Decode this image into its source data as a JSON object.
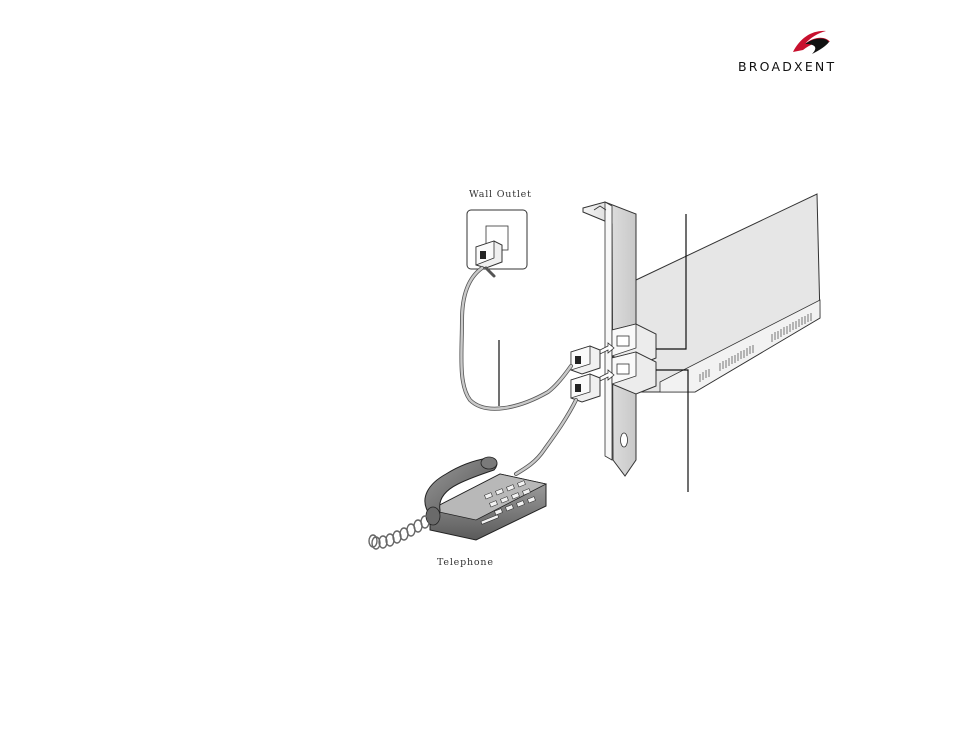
{
  "brand": {
    "name": "BROADXENT"
  },
  "labels": {
    "wall_outlet": "Wall Outlet",
    "telephone": "Telephone"
  },
  "colors": {
    "cable": "#b9b9b9",
    "bracket": "#d9d9d9",
    "board": "#e4e4e4",
    "phone_body": "#8a8a8a",
    "handset": "#6f6f6f"
  }
}
